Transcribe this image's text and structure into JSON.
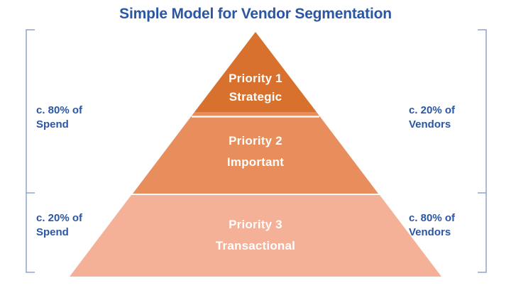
{
  "title": "Simple Model for Vendor Segmentation",
  "pyramid": {
    "tiers": [
      {
        "priority": "Priority 1",
        "name": "Strategic",
        "color": "#D9712E"
      },
      {
        "priority": "Priority 2",
        "name": "Important",
        "color": "#E78E5C"
      },
      {
        "priority": "Priority 3",
        "name": "Transactional",
        "color": "#F4B197"
      }
    ]
  },
  "annotations": {
    "spend_top": {
      "line1": "c. 80% of",
      "line2": "Spend"
    },
    "spend_bottom": {
      "line1": "c. 20% of",
      "line2": "Spend"
    },
    "vendors_top": {
      "line1": "c. 20% of",
      "line2": "Vendors"
    },
    "vendors_bottom": {
      "line1": "c. 80% of",
      "line2": "Vendors"
    }
  },
  "colors": {
    "title_text": "#2B56A4",
    "annotation_text": "#2B56A4",
    "bracket": "#8FA3C8",
    "tier_label_text": "#FFFFFF",
    "divider": "#FFFFFF"
  }
}
